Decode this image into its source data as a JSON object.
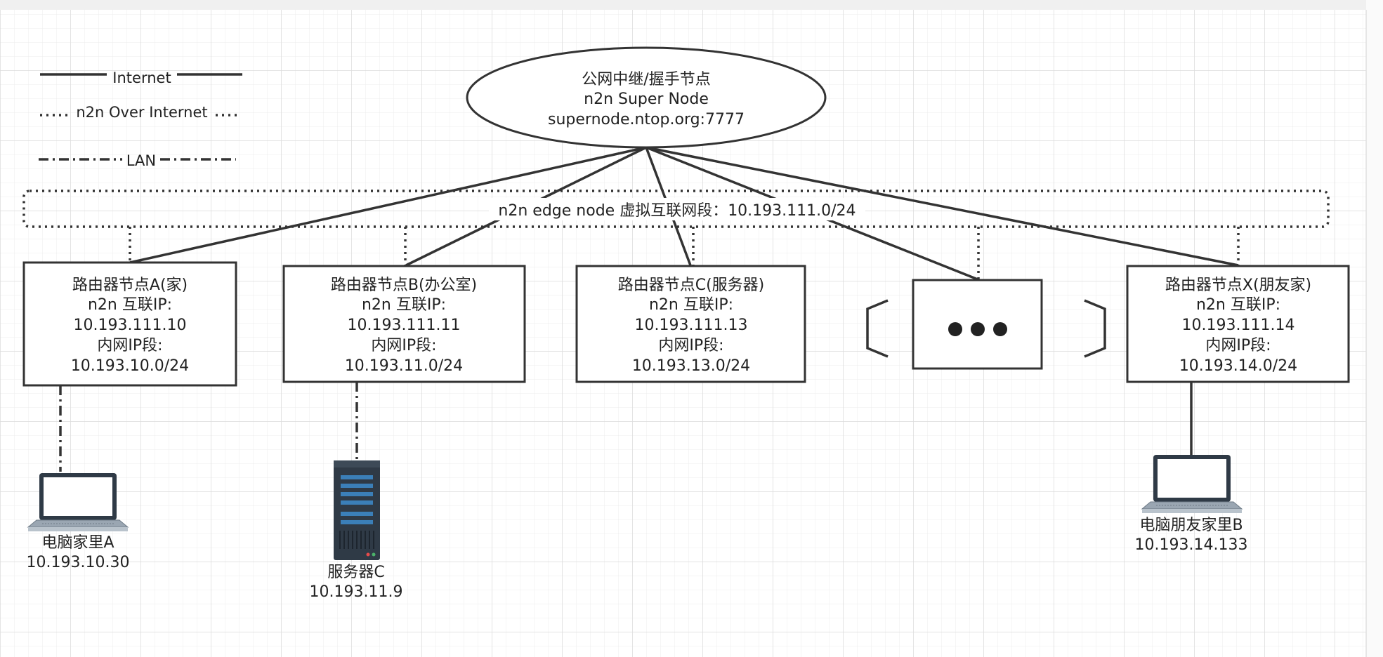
{
  "legend": {
    "internet": "Internet",
    "overlay": "n2n Over Internet",
    "lan": "LAN"
  },
  "supernode": {
    "line1": "公网中继/握手节点",
    "line2": "n2n Super Node",
    "line3": "supernode.ntop.org:7777"
  },
  "edge_band": {
    "label": "n2n edge node 虚拟互联网段：10.193.111.0/24"
  },
  "routers": [
    {
      "line1": "路由器节点A(家)",
      "line2": "n2n 互联IP:",
      "line3": "10.193.111.10",
      "line4": "内网IP段:",
      "line5": "10.193.10.0/24"
    },
    {
      "line1": "路由器节点B(办公室)",
      "line2": "n2n 互联IP:",
      "line3": "10.193.111.11",
      "line4": "内网IP段:",
      "line5": "10.193.11.0/24"
    },
    {
      "line1": "路由器节点C(服务器)",
      "line2": "n2n 互联IP:",
      "line3": "10.193.111.13",
      "line4": "内网IP段:",
      "line5": "10.193.13.0/24"
    },
    {
      "line1": "路由器节点X(朋友家)",
      "line2": "n2n 互联IP:",
      "line3": "10.193.111.14",
      "line4": "内网IP段:",
      "line5": "10.193.14.0/24"
    }
  ],
  "devices": [
    {
      "name": "电脑家里A",
      "ip": "10.193.10.30",
      "icon": "laptop-icon"
    },
    {
      "name": "服务器C",
      "ip": "10.193.11.9",
      "icon": "server-icon"
    },
    {
      "name": "电脑朋友家里B",
      "ip": "10.193.14.133",
      "icon": "laptop-icon"
    }
  ],
  "ellipsis_icon": "more-dots-icon",
  "colors": {
    "stroke": "#333333",
    "grid": "#e3e3e3",
    "device_frame": "#2f3a46",
    "device_screen": "#ffffff",
    "server_blue": "#3b7fb8"
  }
}
